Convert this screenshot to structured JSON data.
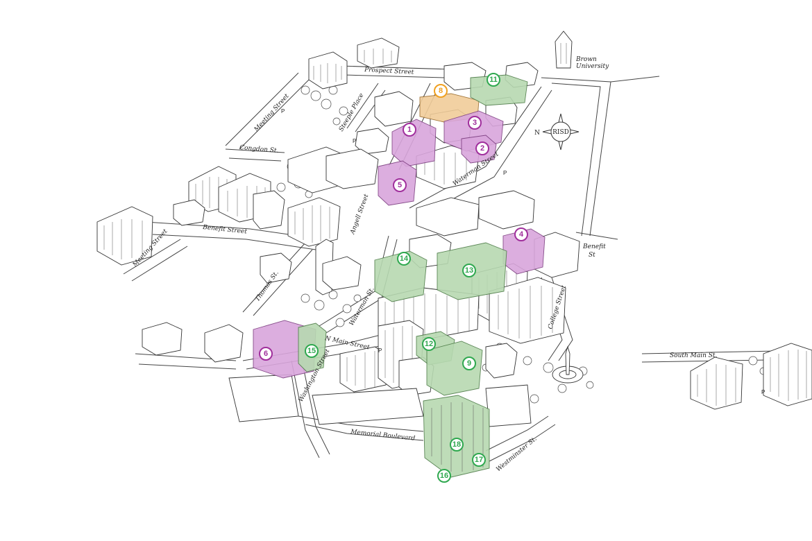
{
  "colors": {
    "purple": "#a02f9c",
    "green": "#2fa84f",
    "orange": "#f0a020",
    "highlight_purple": "#d9a6dc",
    "highlight_green": "#b7d9b1",
    "highlight_orange": "#f1cd9a"
  },
  "streets": {
    "prospect": "Prospect Street",
    "meeting_top": "Meeting Street",
    "congdon": "Congdon St.",
    "steeple_place": "Steeple Place",
    "benefit": "Benefit Street",
    "meeting_left": "Meeting Street",
    "thomas": "Thomas St.",
    "angell": "Angell Street",
    "waterman_top": "Waterman Street",
    "waterman_mid": "Waterman St.",
    "n_main": "N Main Street",
    "washington": "Washington Street",
    "memorial": "Memorial Boulevard",
    "westminster": "Westminster St.",
    "college": "College Street",
    "benefit_right_1": "Benefit",
    "benefit_right_2": "St",
    "south_main": "South Main St.",
    "brown_1": "Brown",
    "brown_2": "University"
  },
  "compass": {
    "label": "RISD",
    "north": "N",
    "icon": "compass-rose-icon"
  },
  "markers": [
    {
      "num": "1",
      "color": "purple"
    },
    {
      "num": "2",
      "color": "purple"
    },
    {
      "num": "3",
      "color": "purple"
    },
    {
      "num": "4",
      "color": "purple"
    },
    {
      "num": "5",
      "color": "purple"
    },
    {
      "num": "6",
      "color": "purple"
    },
    {
      "num": "8",
      "color": "orange"
    },
    {
      "num": "9",
      "color": "green"
    },
    {
      "num": "11",
      "color": "green"
    },
    {
      "num": "12",
      "color": "green"
    },
    {
      "num": "13",
      "color": "green"
    },
    {
      "num": "14",
      "color": "green"
    },
    {
      "num": "15",
      "color": "green"
    },
    {
      "num": "16",
      "color": "green"
    },
    {
      "num": "17",
      "color": "green"
    },
    {
      "num": "18",
      "color": "green"
    }
  ],
  "parking_symbol": "P"
}
